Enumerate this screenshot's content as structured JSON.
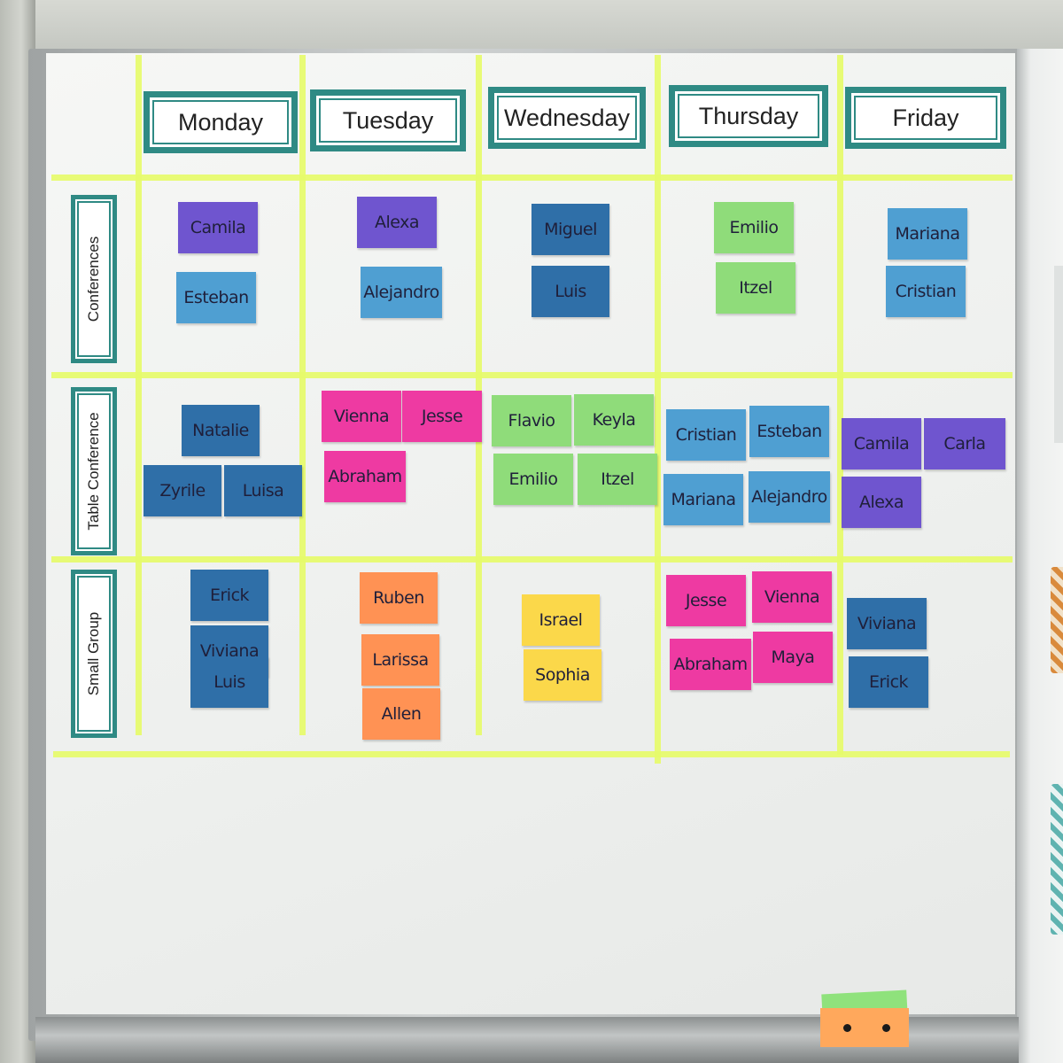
{
  "board": {
    "days": [
      "Monday",
      "Tuesday",
      "Wednesday",
      "Thursday",
      "Friday"
    ],
    "rows": [
      "Conferences",
      "Table Conference",
      "Small Group"
    ],
    "cards": [
      {
        "name": "Camila",
        "color": "purple",
        "row": 0,
        "day": 0
      },
      {
        "name": "Esteban",
        "color": "sky",
        "row": 0,
        "day": 0
      },
      {
        "name": "Alexa",
        "color": "purple",
        "row": 0,
        "day": 1
      },
      {
        "name": "Alejandro",
        "color": "sky",
        "row": 0,
        "day": 1
      },
      {
        "name": "Miguel",
        "color": "blue",
        "row": 0,
        "day": 2
      },
      {
        "name": "Luis",
        "color": "blue",
        "row": 0,
        "day": 2
      },
      {
        "name": "Emilio",
        "color": "green",
        "row": 0,
        "day": 3
      },
      {
        "name": "Itzel",
        "color": "green",
        "row": 0,
        "day": 3
      },
      {
        "name": "Mariana",
        "color": "sky",
        "row": 0,
        "day": 4
      },
      {
        "name": "Cristian",
        "color": "sky",
        "row": 0,
        "day": 4
      },
      {
        "name": "Natalie",
        "color": "blue",
        "row": 1,
        "day": 0
      },
      {
        "name": "Zyrile",
        "color": "blue",
        "row": 1,
        "day": 0
      },
      {
        "name": "Luisa",
        "color": "blue",
        "row": 1,
        "day": 0
      },
      {
        "name": "Vienna",
        "color": "pink",
        "row": 1,
        "day": 1
      },
      {
        "name": "Jesse",
        "color": "pink",
        "row": 1,
        "day": 1
      },
      {
        "name": "Abraham",
        "color": "pink",
        "row": 1,
        "day": 1
      },
      {
        "name": "Flavio",
        "color": "green",
        "row": 1,
        "day": 2
      },
      {
        "name": "Keyla",
        "color": "green",
        "row": 1,
        "day": 2
      },
      {
        "name": "Emilio",
        "color": "green",
        "row": 1,
        "day": 2
      },
      {
        "name": "Itzel",
        "color": "green",
        "row": 1,
        "day": 2
      },
      {
        "name": "Cristian",
        "color": "sky",
        "row": 1,
        "day": 3
      },
      {
        "name": "Esteban",
        "color": "sky",
        "row": 1,
        "day": 3
      },
      {
        "name": "Mariana",
        "color": "sky",
        "row": 1,
        "day": 3
      },
      {
        "name": "Alejandro",
        "color": "sky",
        "row": 1,
        "day": 3
      },
      {
        "name": "Camila",
        "color": "purple",
        "row": 1,
        "day": 4
      },
      {
        "name": "Carla",
        "color": "purple",
        "row": 1,
        "day": 4
      },
      {
        "name": "Alexa",
        "color": "purple",
        "row": 1,
        "day": 4
      },
      {
        "name": "Erick",
        "color": "blue",
        "row": 2,
        "day": 0
      },
      {
        "name": "Viviana",
        "color": "blue",
        "row": 2,
        "day": 0
      },
      {
        "name": "Luis",
        "color": "blue",
        "row": 2,
        "day": 0
      },
      {
        "name": "Ruben",
        "color": "orange",
        "row": 2,
        "day": 1
      },
      {
        "name": "Larissa",
        "color": "orange",
        "row": 2,
        "day": 1
      },
      {
        "name": "Allen",
        "color": "orange",
        "row": 2,
        "day": 1
      },
      {
        "name": "Israel",
        "color": "yellow",
        "row": 2,
        "day": 2
      },
      {
        "name": "Sophia",
        "color": "yellow",
        "row": 2,
        "day": 2
      },
      {
        "name": "Jesse",
        "color": "pink",
        "row": 2,
        "day": 3
      },
      {
        "name": "Vienna",
        "color": "pink",
        "row": 2,
        "day": 3
      },
      {
        "name": "Abraham",
        "color": "pink",
        "row": 2,
        "day": 3
      },
      {
        "name": "Maya",
        "color": "pink",
        "row": 2,
        "day": 3
      },
      {
        "name": "Viviana",
        "color": "blue",
        "row": 2,
        "day": 4
      },
      {
        "name": "Erick",
        "color": "blue",
        "row": 2,
        "day": 4
      }
    ]
  },
  "colors": {
    "tape": "#e6fb6a",
    "header_border": "#2f8a84",
    "purple": "#6f55cf",
    "blue": "#2f6fa8",
    "sky": "#4f9fd2",
    "green": "#8fdc7a",
    "pink": "#ee3aa2",
    "orange": "#ff9254",
    "yellow": "#fbd84a"
  }
}
